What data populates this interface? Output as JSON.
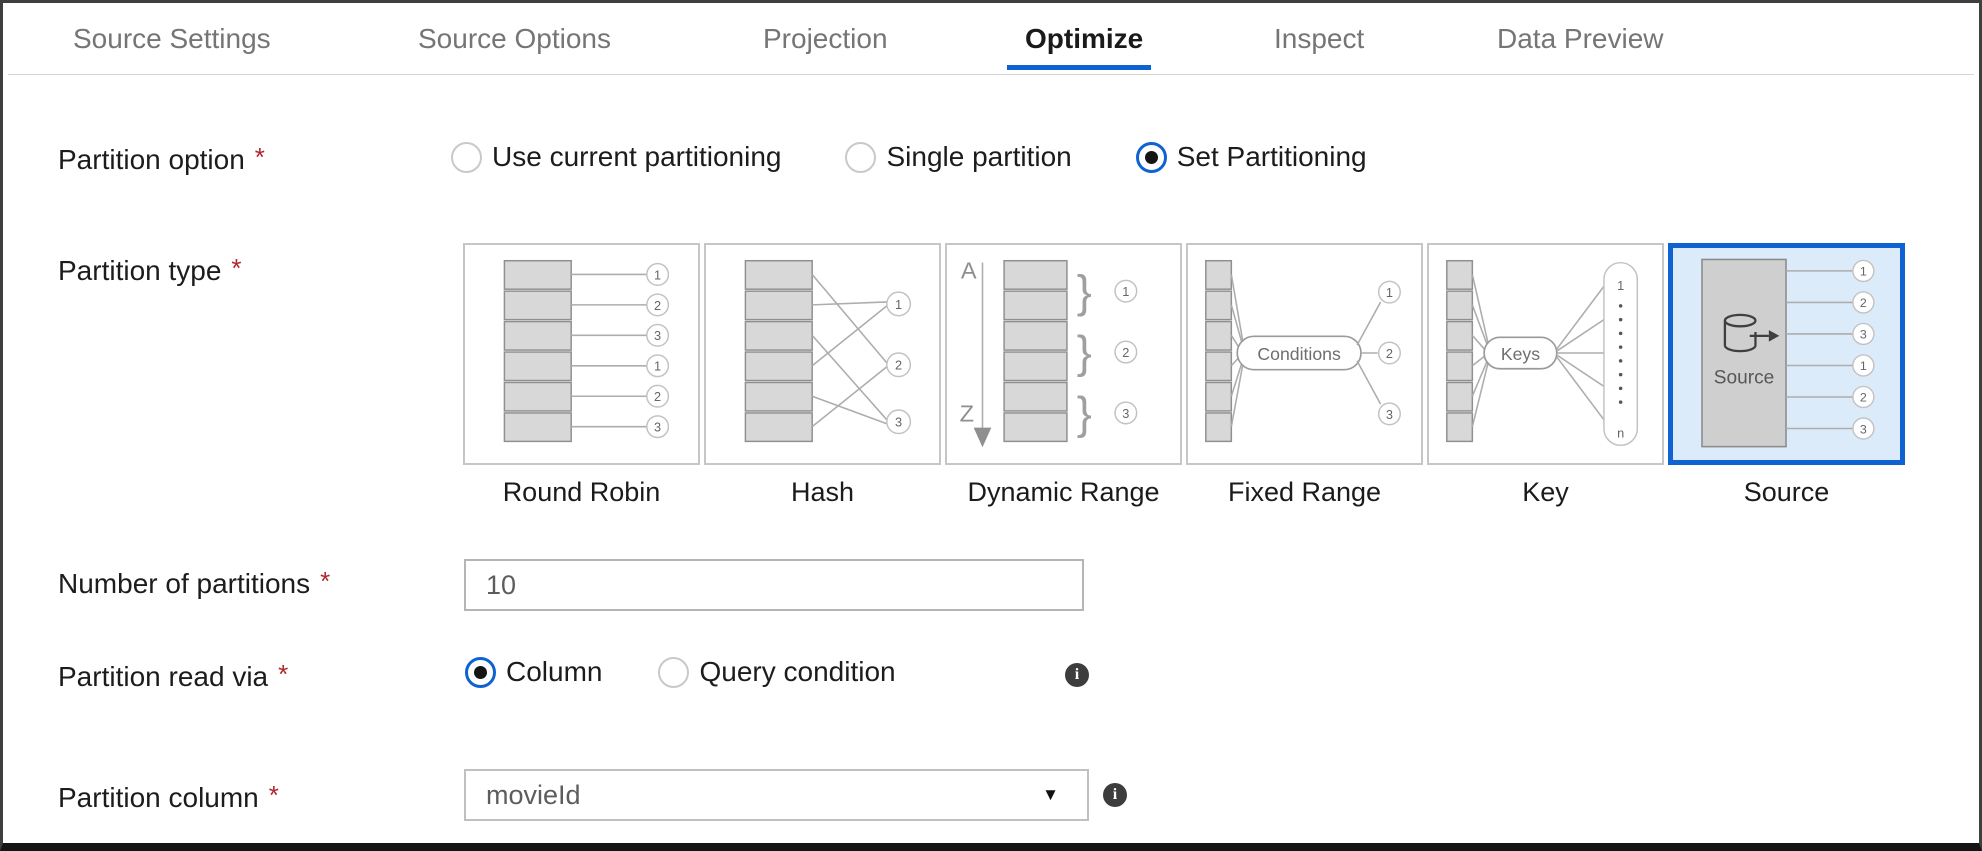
{
  "tabs": [
    {
      "label": "Source Settings",
      "active": false
    },
    {
      "label": "Source Options",
      "active": false
    },
    {
      "label": "Projection",
      "active": false
    },
    {
      "label": "Optimize",
      "active": true
    },
    {
      "label": "Inspect",
      "active": false
    },
    {
      "label": "Data Preview",
      "active": false
    }
  ],
  "form": {
    "partition_option": {
      "label": "Partition option",
      "required_marker": "*",
      "options": [
        {
          "label": "Use current partitioning",
          "selected": false
        },
        {
          "label": "Single partition",
          "selected": false
        },
        {
          "label": "Set Partitioning",
          "selected": true
        }
      ]
    },
    "partition_type": {
      "label": "Partition type",
      "required_marker": "*",
      "selected_tile": "Source",
      "tiles": [
        {
          "label": "Round Robin",
          "selected": false
        },
        {
          "label": "Hash",
          "selected": false
        },
        {
          "label": "Dynamic Range",
          "selected": false
        },
        {
          "label": "Fixed Range",
          "selected": false
        },
        {
          "label": "Key",
          "selected": false
        },
        {
          "label": "Source",
          "selected": true
        }
      ]
    },
    "number_of_partitions": {
      "label": "Number of partitions",
      "required_marker": "*",
      "value": "10"
    },
    "partition_read_via": {
      "label": "Partition read via",
      "required_marker": "*",
      "options": [
        {
          "label": "Column",
          "selected": true
        },
        {
          "label": "Query condition",
          "selected": false
        }
      ]
    },
    "partition_column": {
      "label": "Partition column",
      "required_marker": "*",
      "value": "movieId"
    }
  },
  "diagrams": {
    "numbers6": [
      "1",
      "2",
      "3",
      "1",
      "2",
      "3"
    ],
    "numbers3": [
      "1",
      "2",
      "3"
    ],
    "dynamic_range": {
      "top": "A",
      "bottom": "Z",
      "brace": "}"
    },
    "fixed_range": {
      "pill": "Conditions"
    },
    "key": {
      "pill": "Keys",
      "first": "1",
      "last": "n"
    },
    "source": {
      "box_label": "Source"
    }
  },
  "icons": {
    "info": "i",
    "dropdown_caret": "▼"
  },
  "colors": {
    "accent": "#0f62d2",
    "selected_tile_bg": "#dcebfa",
    "info_icon_bg": "#3d3d3d"
  }
}
